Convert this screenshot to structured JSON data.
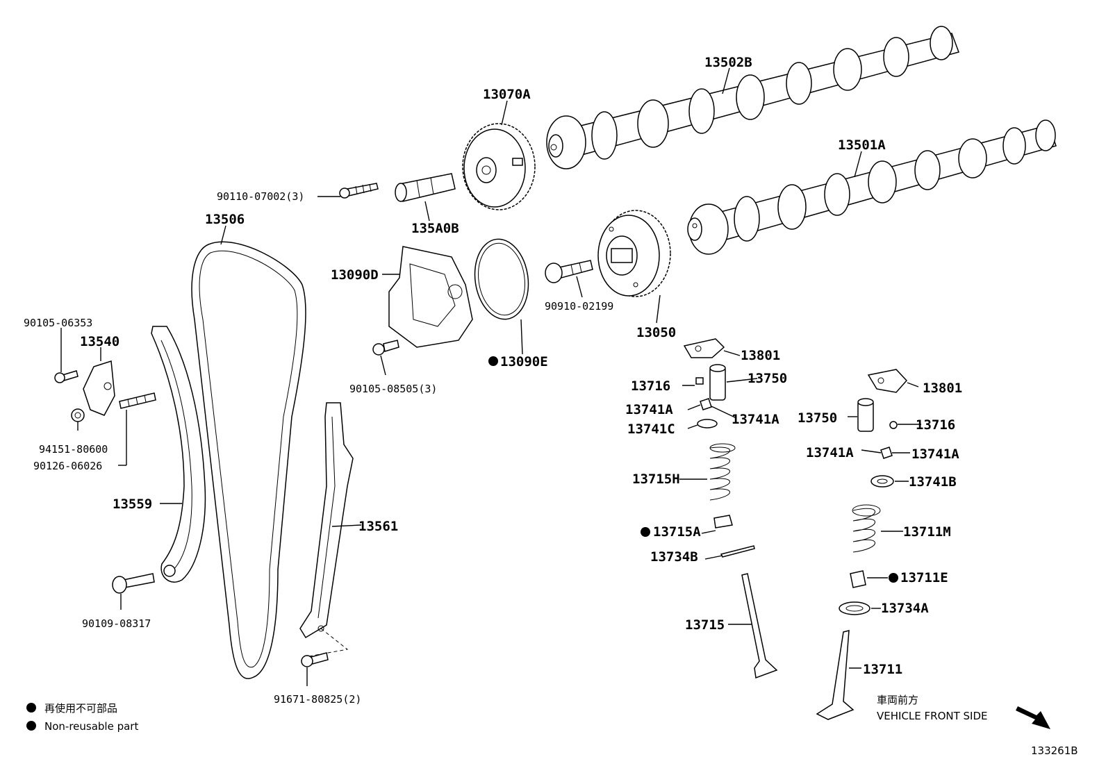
{
  "labels": {
    "p13502B": "13502B",
    "p13070A": "13070A",
    "p13501A": "13501A",
    "p90110": "90110-07002(3)",
    "p135A0B": "135A0B",
    "p13506": "13506",
    "p13090D": "13090D",
    "p90910": "90910-02199",
    "p13050": "13050",
    "p13090E": "13090E",
    "p90105_06353": "90105-06353",
    "p13540": "13540",
    "p90105_08505": "90105-08505(3)",
    "p13801a": "13801",
    "p13750a": "13750",
    "p13716a": "13716",
    "p13741Aa": "13741A",
    "p13741Ab": "13741A",
    "p13741C": "13741C",
    "p13801b": "13801",
    "p13750b": "13750",
    "p13716b": "13716",
    "p13741Ac": "13741A",
    "p13741Ad": "13741A",
    "p13741B": "13741B",
    "p94151": "94151-80600",
    "p90126": "90126-06026",
    "p13715H": "13715H",
    "p13559": "13559",
    "p13561": "13561",
    "p13711M": "13711M",
    "p13715A": "13715A",
    "p13734B": "13734B",
    "p13711E": "13711E",
    "p90109": "90109-08317",
    "p13734A": "13734A",
    "p13715": "13715",
    "p13711": "13711",
    "p91671": "91671-80825(2)"
  },
  "legend": {
    "jp": "再使用不可部品",
    "en": "Non-reusable part"
  },
  "direction": {
    "jp": "車両前方",
    "en": "VEHICLE FRONT SIDE"
  },
  "figure_id": "133261B"
}
